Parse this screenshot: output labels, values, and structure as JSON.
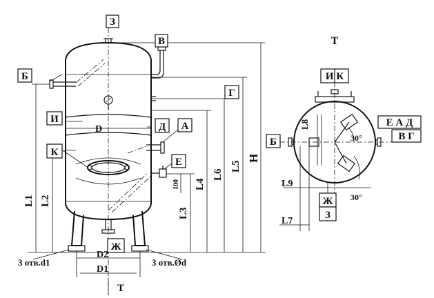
{
  "letters": {
    "Z": "З",
    "V": "В",
    "B": "Б",
    "G": "Г",
    "I": "И",
    "D_top": "Д",
    "A": "А",
    "K": "К",
    "E": "Е",
    "Zh": "Ж",
    "T": "Т",
    "D_dim": "D",
    "IK": "И К",
    "EAD": "Е А Д",
    "VG": "В Г"
  },
  "dims": {
    "L1": "L1",
    "L2": "L2",
    "L3": "L3",
    "L4": "L4",
    "L5": "L5",
    "L6": "L6",
    "L7": "L7",
    "L8": "L8",
    "L9": "L9",
    "H": "H",
    "D1": "D1",
    "D2": "D2",
    "d100": "100",
    "holes_left": "3 отв.d1",
    "holes_right": "3 отв.Ød",
    "angle1": "30°",
    "angle2": "30°"
  }
}
